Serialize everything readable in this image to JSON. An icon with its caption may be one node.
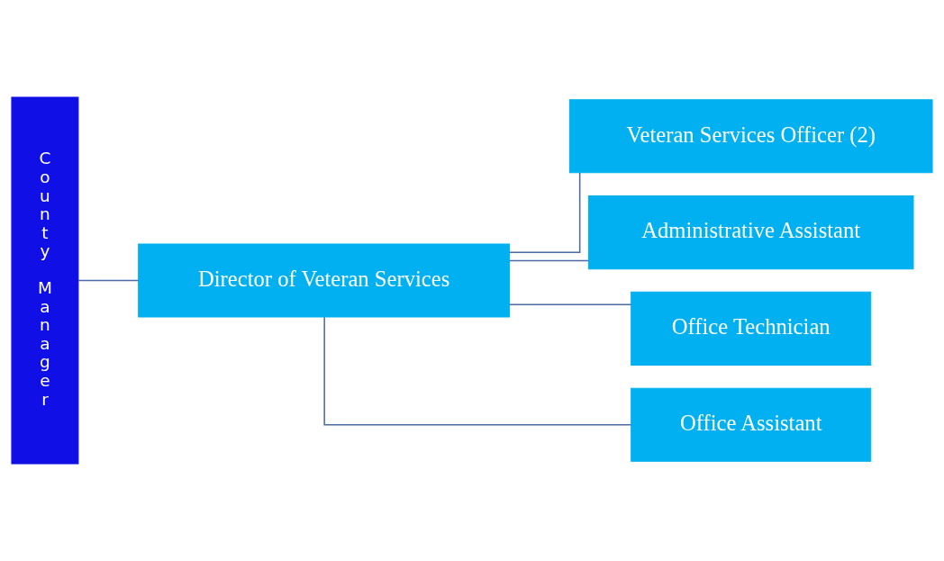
{
  "diagram": {
    "nodes": [
      {
        "text": [
          "County Manager"
        ]
      },
      {
        "text": [
          "Director of Veteran Services"
        ]
      },
      {
        "text": [
          "Veteran Services Officer (2)"
        ]
      },
      {
        "text": [
          "Administrative Assistant"
        ]
      },
      {
        "text": [
          "Office Technician"
        ]
      },
      {
        "text": [
          "Office Assistant"
        ]
      }
    ],
    "edges": [
      {
        "from": 0,
        "to": 1,
        "arrow": "none"
      },
      {
        "from": 1,
        "to": 2,
        "arrow": "none"
      },
      {
        "from": 1,
        "to": 3,
        "arrow": "none"
      },
      {
        "from": 1,
        "to": 4,
        "arrow": "none"
      },
      {
        "from": 1,
        "to": 5,
        "arrow": "none"
      }
    ]
  }
}
